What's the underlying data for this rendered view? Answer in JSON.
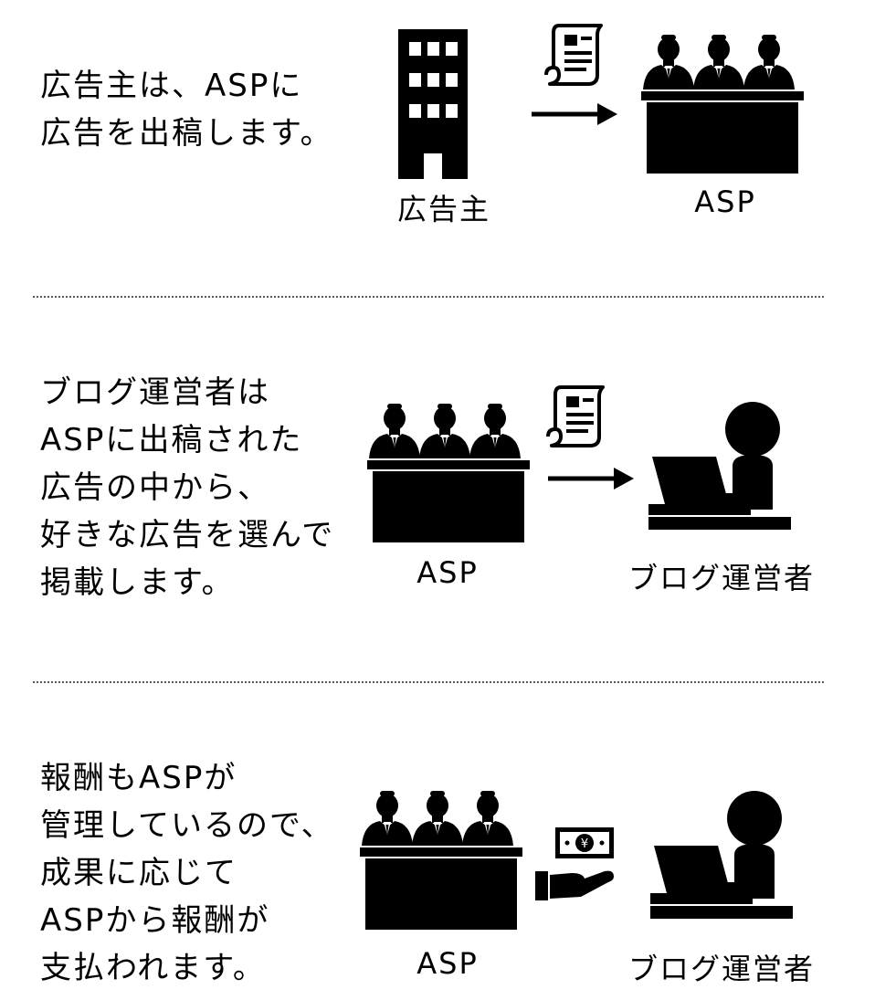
{
  "sections": [
    {
      "text_lines": [
        "広告主は、ASPに",
        "広告を出稿します。"
      ],
      "left_label": "広告主",
      "right_label": "ASP"
    },
    {
      "text_lines": [
        "ブログ運営者は",
        "ASPに出稿された",
        "広告の中から、",
        "好きな広告を選んで",
        "掲載します。"
      ],
      "left_label": "ASP",
      "right_label": "ブログ運営者"
    },
    {
      "text_lines": [
        "報酬もASPが",
        "管理しているので、",
        "成果に応じて",
        "ASPから報酬が",
        "支払われます。"
      ],
      "left_label": "ASP",
      "right_label": "ブログ運営者"
    }
  ],
  "icons": {
    "building": "building-icon",
    "asp": "business-group-icon",
    "document": "document-scroll-icon",
    "arrow": "arrow-right-icon",
    "blogger": "person-laptop-icon",
    "money": "money-hand-icon",
    "money_symbol": "¥"
  },
  "colors": {
    "ink": "#000000",
    "background": "#ffffff"
  }
}
